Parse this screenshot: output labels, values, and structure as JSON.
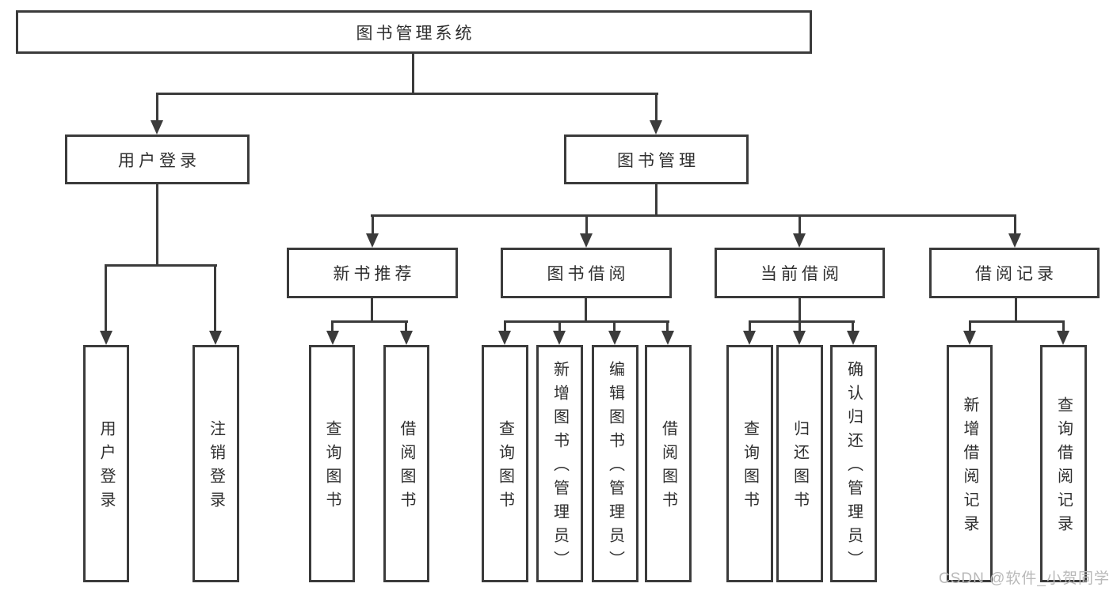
{
  "diagram": {
    "root": {
      "label": "图书管理系统",
      "children": [
        {
          "label": "用户登录",
          "children": [
            {
              "label": "用户登录"
            },
            {
              "label": "注销登录"
            }
          ]
        },
        {
          "label": "图书管理",
          "children": [
            {
              "label": "新书推荐",
              "children": [
                {
                  "label": "查询图书"
                },
                {
                  "label": "借阅图书"
                }
              ]
            },
            {
              "label": "图书借阅",
              "children": [
                {
                  "label": "查询图书"
                },
                {
                  "label": "新增图书（管理员）"
                },
                {
                  "label": "编辑图书（管理员）"
                },
                {
                  "label": "借阅图书"
                }
              ]
            },
            {
              "label": "当前借阅",
              "children": [
                {
                  "label": "查询图书"
                },
                {
                  "label": "归还图书"
                },
                {
                  "label": "确认归还（管理员）"
                }
              ]
            },
            {
              "label": "借阅记录",
              "children": [
                {
                  "label": "新增借阅记录"
                },
                {
                  "label": "查询借阅记录"
                }
              ]
            }
          ]
        }
      ]
    },
    "watermark": "CSDN @软件_小贺同学",
    "colors": {
      "line": "#3b3b3b",
      "text": "#2f2f2f",
      "watermark": "#b9b9b9",
      "background": "#ffffff"
    }
  }
}
